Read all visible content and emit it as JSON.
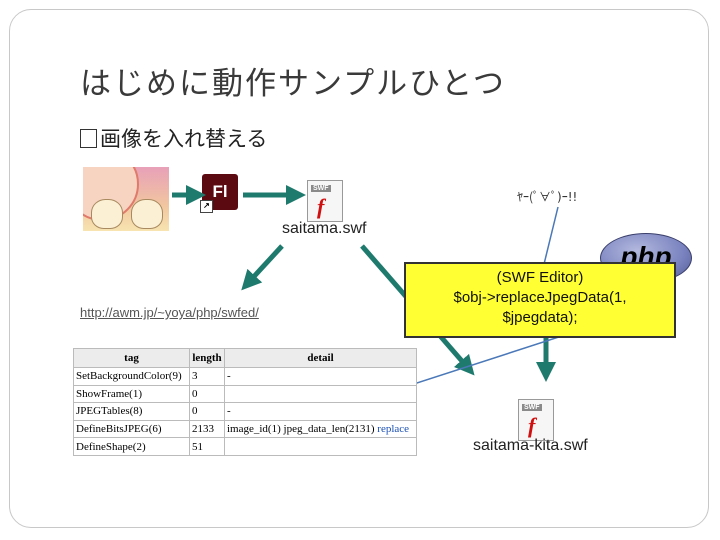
{
  "slide": {
    "title": "はじめに動作サンプルひとつ",
    "bullet": "画像を入れ替える"
  },
  "files": {
    "swf_input": "saitama.swf",
    "swf_output": "saitama-kita.swf",
    "fl_icon_label": "Fl",
    "swf_tag": "SWF",
    "swf_glyph": "f"
  },
  "face_text": "ﾔｰ(ﾟ∀ﾟ)ｰ!!",
  "php_logo": "php",
  "link_url": "http://awm.jp/~yoya/php/swfed/",
  "callout": {
    "line1": "(SWF Editor)",
    "line2": "$obj->replaceJpegData(1,",
    "line3": "$jpegdata);"
  },
  "table": {
    "headers": [
      "tag",
      "length",
      "detail"
    ],
    "rows": [
      [
        "SetBackgroundColor(9)",
        "3",
        "-"
      ],
      [
        "ShowFrame(1)",
        "0",
        ""
      ],
      [
        "JPEGTables(8)",
        "0",
        "-"
      ],
      [
        "DefineBitsJPEG(6)",
        "2133",
        "image_id(1) jpeg_data_len(2131)",
        "replace"
      ],
      [
        "DefineShape(2)",
        "51",
        ""
      ]
    ]
  },
  "colors": {
    "arrow": "#1f7a6e",
    "callout_bg": "#ffff33",
    "line": "#4a78b8"
  }
}
